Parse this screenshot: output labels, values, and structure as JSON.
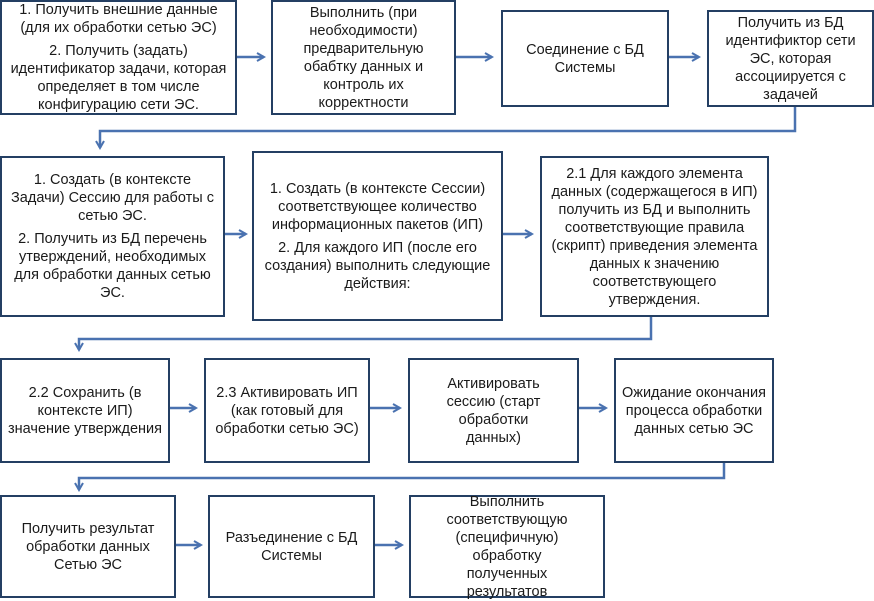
{
  "colors": {
    "box_border": "#243f63",
    "arrow": "#4a72b0"
  },
  "boxes": {
    "r1b1": [
      "1. Получить внешние данные (для их обработки сетью ЭС)",
      "2. Получить (задать) идентификатор задачи, которая определяет в том числе конфигурацию сети ЭС."
    ],
    "r1b2": [
      "Выполнить (при необходимости) предварительную обабтку данных и контроль их корректности"
    ],
    "r1b3": [
      "Соединение с БД Системы"
    ],
    "r1b4": [
      "Получить из БД идентификтор сети ЭС, которая ассоциируется с задачей"
    ],
    "r2b1": [
      "1. Создать (в контексте Задачи) Сессию для работы с сетью ЭС.",
      "2. Получить из БД перечень утверждений, необходимых для обработки данных сетью ЭС."
    ],
    "r2b2": [
      "1. Создать (в контексте Сессии) соответствующее количество информационных пакетов (ИП)",
      "2. Для каждого ИП (после его создания) выполнить следующие действия:"
    ],
    "r2b3": [
      "2.1 Для каждого элемента данных (содержащегося в ИП) получить из БД и выполнить соответствующие правила (скрипт) приведения элемента данных к значению соответствующего утверждения."
    ],
    "r3b1": [
      "2.2 Сохранить (в контексте ИП) значение утверждения"
    ],
    "r3b2": [
      "2.3 Активировать ИП (как готовый для обработки сетью ЭС)"
    ],
    "r3b3": [
      "Активировать сессию (старт обработки данных)"
    ],
    "r3b4": [
      "Ожидание окончания процесса обработки данных сетью ЭС"
    ],
    "r4b1": [
      "Получить результат обработки данных Сетью ЭС"
    ],
    "r4b2": [
      "Разъединение с БД Системы"
    ],
    "r4b3": [
      "Выполнить соответствующую (специфичную) обработку полученных результатов"
    ]
  }
}
